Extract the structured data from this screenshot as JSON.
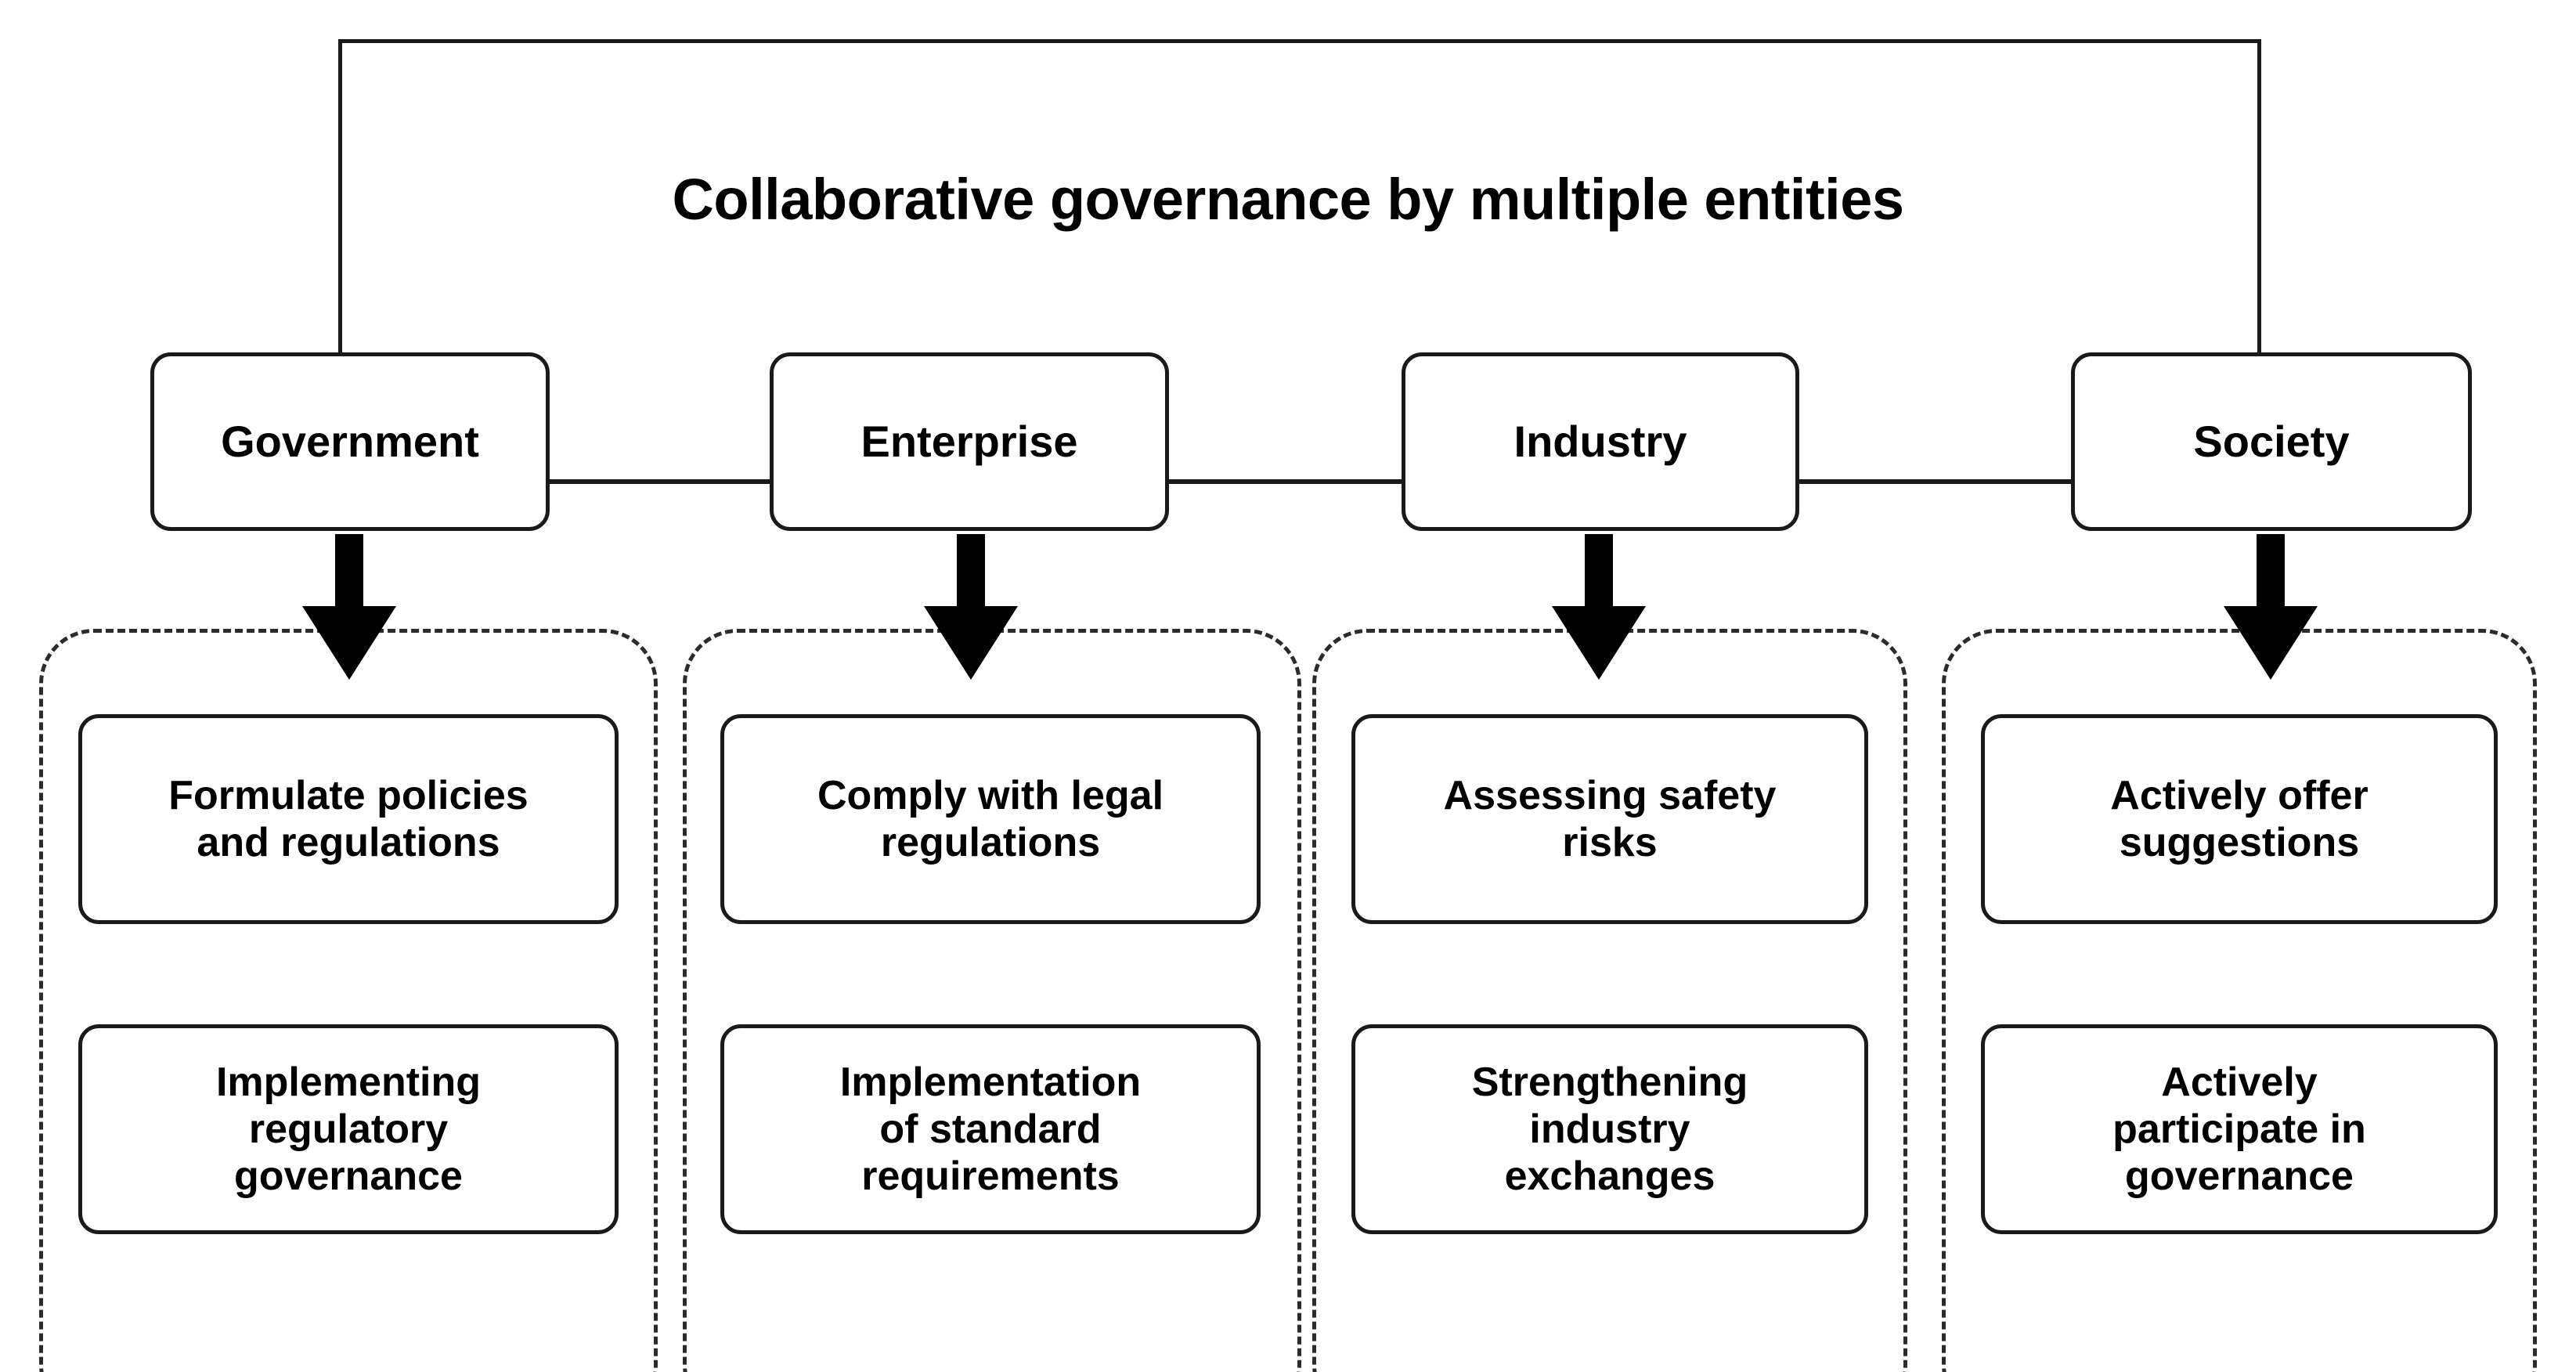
{
  "diagram": {
    "title": "Collaborative governance by multiple entities",
    "entities": [
      {
        "label": "Government"
      },
      {
        "label": "Enterprise"
      },
      {
        "label": "Industry"
      },
      {
        "label": "Society"
      }
    ],
    "columns": [
      {
        "entity": "Government",
        "actions": [
          "Formulate policies\nand regulations",
          "Implementing\nregulatory\ngovernance"
        ]
      },
      {
        "entity": "Enterprise",
        "actions": [
          "Comply with legal\nregulations",
          "Implementation\nof standard\nrequirements"
        ]
      },
      {
        "entity": "Industry",
        "actions": [
          "Assessing safety\nrisks",
          "Strengthening\nindustry\nexchanges"
        ]
      },
      {
        "entity": "Society",
        "actions": [
          "Actively offer\nsuggestions",
          "Actively\nparticipate in\ngovernance"
        ]
      }
    ],
    "colors": {
      "line": "#1a1a1a",
      "dashed": "#2b2b2b",
      "text": "#000000",
      "background": "#ffffff"
    }
  }
}
